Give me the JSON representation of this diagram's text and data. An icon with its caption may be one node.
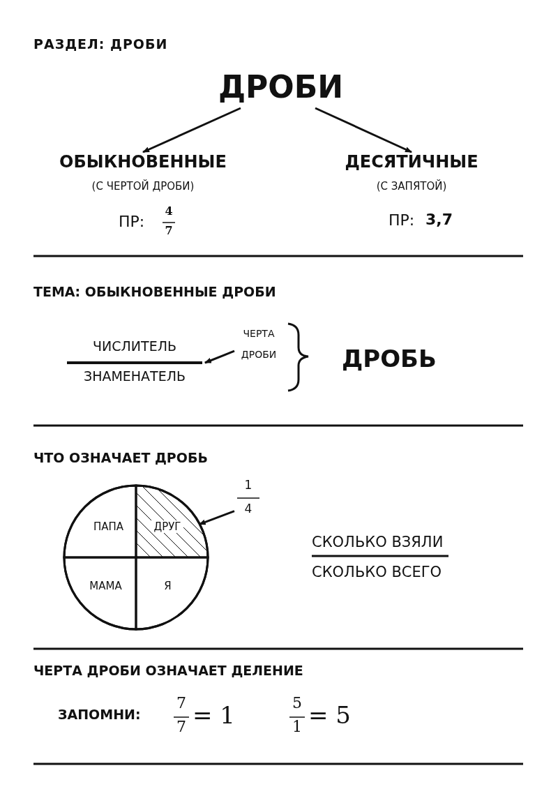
{
  "diagram": {
    "title": "РАЗДЕЛ: ДРОБИ",
    "nodes": [
      {
        "text": [
          "ДРОБИ"
        ]
      },
      {
        "text": [
          "ОБЫКНОВЕННЫЕ",
          "(С ЧЕРТОЙ ДРОБИ)"
        ]
      },
      {
        "text": [
          "ДЕСЯТИЧНЫЕ",
          "(С ЗАПЯТОЙ)"
        ]
      },
      {
        "text": [
          "ЧЕРТА ДРОБИ"
        ]
      },
      {
        "text": [],
        "shape": "bar"
      },
      {
        "text": [],
        "shape": "circle"
      },
      {
        "text": [
          "ПАПА"
        ],
        "in": 5
      },
      {
        "text": [
          "ДРУГ"
        ],
        "in": 5
      },
      {
        "text": [
          "МАМА"
        ],
        "in": 5
      },
      {
        "text": [
          "Я"
        ],
        "in": 5
      },
      {
        "text": [
          "1",
          "4"
        ]
      }
    ],
    "edges": [
      {
        "from": 0,
        "to": 1,
        "arrow": "to"
      },
      {
        "from": 0,
        "to": 2,
        "arrow": "to"
      },
      {
        "from": 3,
        "to": 4,
        "arrow": "to"
      },
      {
        "from": 10,
        "to": 7,
        "arrow": "to"
      }
    ],
    "labels": [
      "ПР:",
      "4",
      "7",
      "ПР:",
      "3,7",
      "ТЕМА: ОБЫКНОВЕННЫЕ ДРОБИ",
      "ЧИСЛИТЕЛЬ",
      "ЗНАМЕНАТЕЛЬ",
      "ДРОБЬ",
      "ЧТО ОЗНАЧАЕТ ДРОБЬ",
      "СКОЛЬКО ВЗЯЛИ",
      "СКОЛЬКО ВСЕГО",
      "ЧЕРТА ДРОБИ ОЗНАЧАЕТ ДЕЛЕНИЕ",
      "ЗАПОМНИ:",
      "7",
      "7",
      "= 1",
      "5",
      "1",
      "= 5"
    ]
  }
}
